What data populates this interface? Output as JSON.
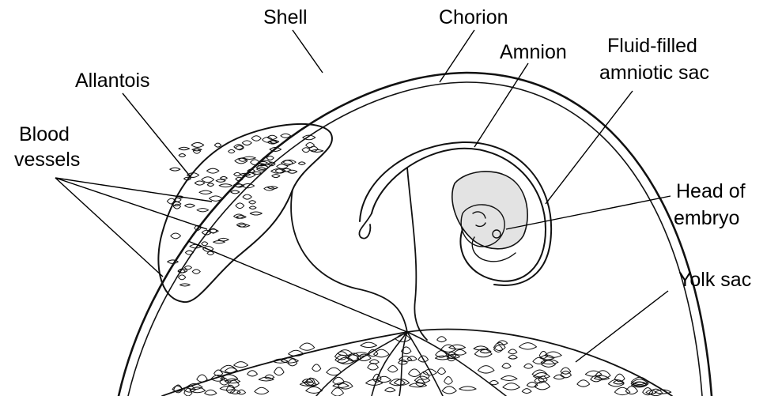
{
  "labels": {
    "shell": "Shell",
    "chorion": "Chorion",
    "amnion": "Amnion",
    "fluid_line1": "Fluid-filled",
    "fluid_line2": "amniotic sac",
    "allantois": "Allantois",
    "blood_line1": "Blood",
    "blood_line2": "vessels",
    "head_line1": "Head of",
    "head_line2": "embryo",
    "yolk": "Yolk sac"
  },
  "colors": {
    "ink": "#111111",
    "amniotic_fill": "#e3e3e3",
    "background": "#ffffff"
  }
}
